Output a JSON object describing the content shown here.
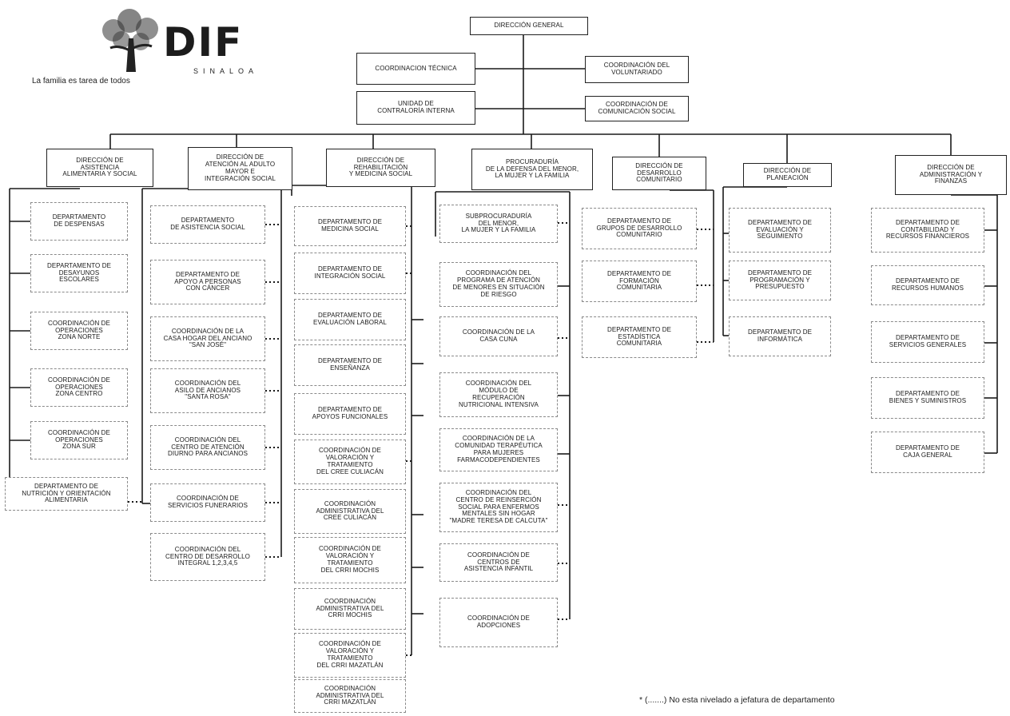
{
  "logo": {
    "acronym": "DIF",
    "state": "SINALOA",
    "tagline": "La familia es tarea de todos"
  },
  "top": {
    "general": "DIRECCIÓN GENERAL",
    "coordinacion_tecnica": "COORDINACION TÉCNICA",
    "contraloria": "UNIDAD DE\nCONTRALORÍA INTERNA",
    "voluntariado": "COORDINACIÓN DEL\nVOLUNTARIADO",
    "comunicacion": "COORDINACIÓN DE\nCOMUNICACIÓN SOCIAL"
  },
  "directions": [
    {
      "title": "DIRECCIÓN DE\nASISTENCIA\nALIMENTARIA Y SOCIAL",
      "units": [
        "DEPARTAMENTO\nDE DESPENSAS",
        "DEPARTAMENTO DE\nDESAYUNOS\nESCOLARES",
        "COORDINACIÓN DE\nOPERACIONES\nZONA NORTE",
        "COORDINACIÓN DE\nOPERACIONES\nZONA CENTRO",
        "COORDINACIÓN DE\nOPERACIONES\nZONA SUR",
        "DEPARTAMENTO DE\nNUTRICIÓN Y ORIENTACIÓN\nALIMENTARIA"
      ]
    },
    {
      "title": "DIRECCIÓN DE\nATENCIÓN AL ADULTO\nMAYOR E\nINTEGRACIÓN SOCIAL",
      "units": [
        "DEPARTAMENTO\nDE ASISTENCIA SOCIAL",
        "DEPARTAMENTO DE\nAPOYO A PERSONAS\nCON CÁNCER",
        "COORDINACIÓN DE LA\nCASA HOGAR DEL ANCIANO\n\"SAN JOSÉ\"",
        "COORDINACIÓN DEL\nASILO DE ANCIANOS\n\"SANTA ROSA\"",
        "COORDINACIÓN DEL\nCENTRO DE ATENCIÓN\nDIURNO PARA ANCIANOS",
        "COORDINACIÓN DE\nSERVICIOS FUNERARIOS",
        "COORDINACIÓN DEL\nCENTRO DE DESARROLLO\nINTEGRAL 1,2,3,4,5"
      ]
    },
    {
      "title": "DIRECCIÓN DE\nREHABILITACIÓN\nY MEDICINA SOCIAL",
      "units": [
        "DEPARTAMENTO DE\nMEDICINA SOCIAL",
        "DEPARTAMENTO DE\nINTEGRACIÓN SOCIAL",
        "DEPARTAMENTO DE\nEVALUACIÓN LABORAL",
        "DEPARTAMENTO DE\nENSEÑANZA",
        "DEPARTAMENTO DE\nAPOYOS FUNCIONALES",
        "COORDINACIÓN DE\nVALORACIÓN Y\nTRATAMIENTO\nDEL CREE CULIACÁN",
        "COORDINACIÓN\nADMINISTRATIVA DEL\nCREE CULIACÁN",
        "COORDINACIÓN DE\nVALORACIÓN Y\nTRATAMIENTO\nDEL CRRI MOCHIS",
        "COORDINACIÓN\nADMINISTRATIVA DEL\nCRRI MOCHIS",
        "COORDINACIÓN DE\nVALORACIÓN Y\nTRATAMIENTO\nDEL CRRI MAZATLÁN",
        "COORDINACIÓN\nADMINISTRATIVA DEL\nCRRI MAZATLÁN"
      ]
    },
    {
      "title": "PROCURADURÍA\nDE LA DEFENSA DEL MENOR,\nLA MUJER Y LA FAMILIA",
      "units": [
        "SUBPROCURADURÍA\nDEL MENOR,\nLA MUJER Y LA FAMILIA",
        "COORDINACIÓN DEL\nPROGRAMA DE ATENCIÓN\nDE MENORES EN SITUACIÓN\nDE RIESGO",
        "COORDINACIÓN DE LA\nCASA CUNA",
        "COORDINACIÓN DEL\nMÓDULO DE\nRECUPERACIÓN\nNUTRICIONAL INTENSIVA",
        "COORDINACIÓN DE LA\nCOMUNIDAD TERAPÉUTICA\nPARA MUJERES\nFARMACODEPENDIENTES",
        "COORDINACIÓN DEL\nCENTRO DE REINSERCIÓN\nSOCIAL PARA ENFERMOS\nMENTALES SIN HOGAR\n\"MADRE TERESA DE CALCUTA\"",
        "COORDINACIÓN DE\nCENTROS DE\nASISTENCIA INFANTIL",
        "COORDINACIÓN DE\nADOPCIONES"
      ]
    },
    {
      "title": "DIRECCIÓN DE\nDESARROLLO\nCOMUNITARIO",
      "units": [
        "DEPARTAMENTO DE\nGRUPOS DE DESARROLLO\nCOMUNITARIO",
        "DEPARTAMENTO DE\nFORMACIÓN\nCOMUNITARIA",
        "DEPARTAMENTO DE\nESTADÍSTICA\nCOMUNITARIA"
      ]
    },
    {
      "title": "DIRECCIÓN DE\nPLANEACIÓN",
      "units": [
        "DEPARTAMENTO DE\nEVALUACIÓN Y\nSEGUIMIENTO",
        "DEPARTAMENTO DE\nPROGRAMACIÓN Y\nPRESUPUESTO",
        "DEPARTAMENTO DE\nINFORMÁTICA"
      ]
    },
    {
      "title": "DIRECCIÓN DE\nADMINISTRACIÓN Y\nFINANZAS",
      "units": [
        "DEPARTAMENTO DE\nCONTABILIDAD Y\nRECURSOS FINANCIEROS",
        "DEPARTAMENTO DE\nRECURSOS HUMANOS",
        "DEPARTAMENTO DE\nSERVICIOS GENERALES",
        "DEPARTAMENTO DE\nBIENES Y SUMINISTROS",
        "DEPARTAMENTO DE\nCAJA GENERAL"
      ]
    }
  ],
  "footnote": "* (.......) No esta nivelado a jefatura de departamento"
}
